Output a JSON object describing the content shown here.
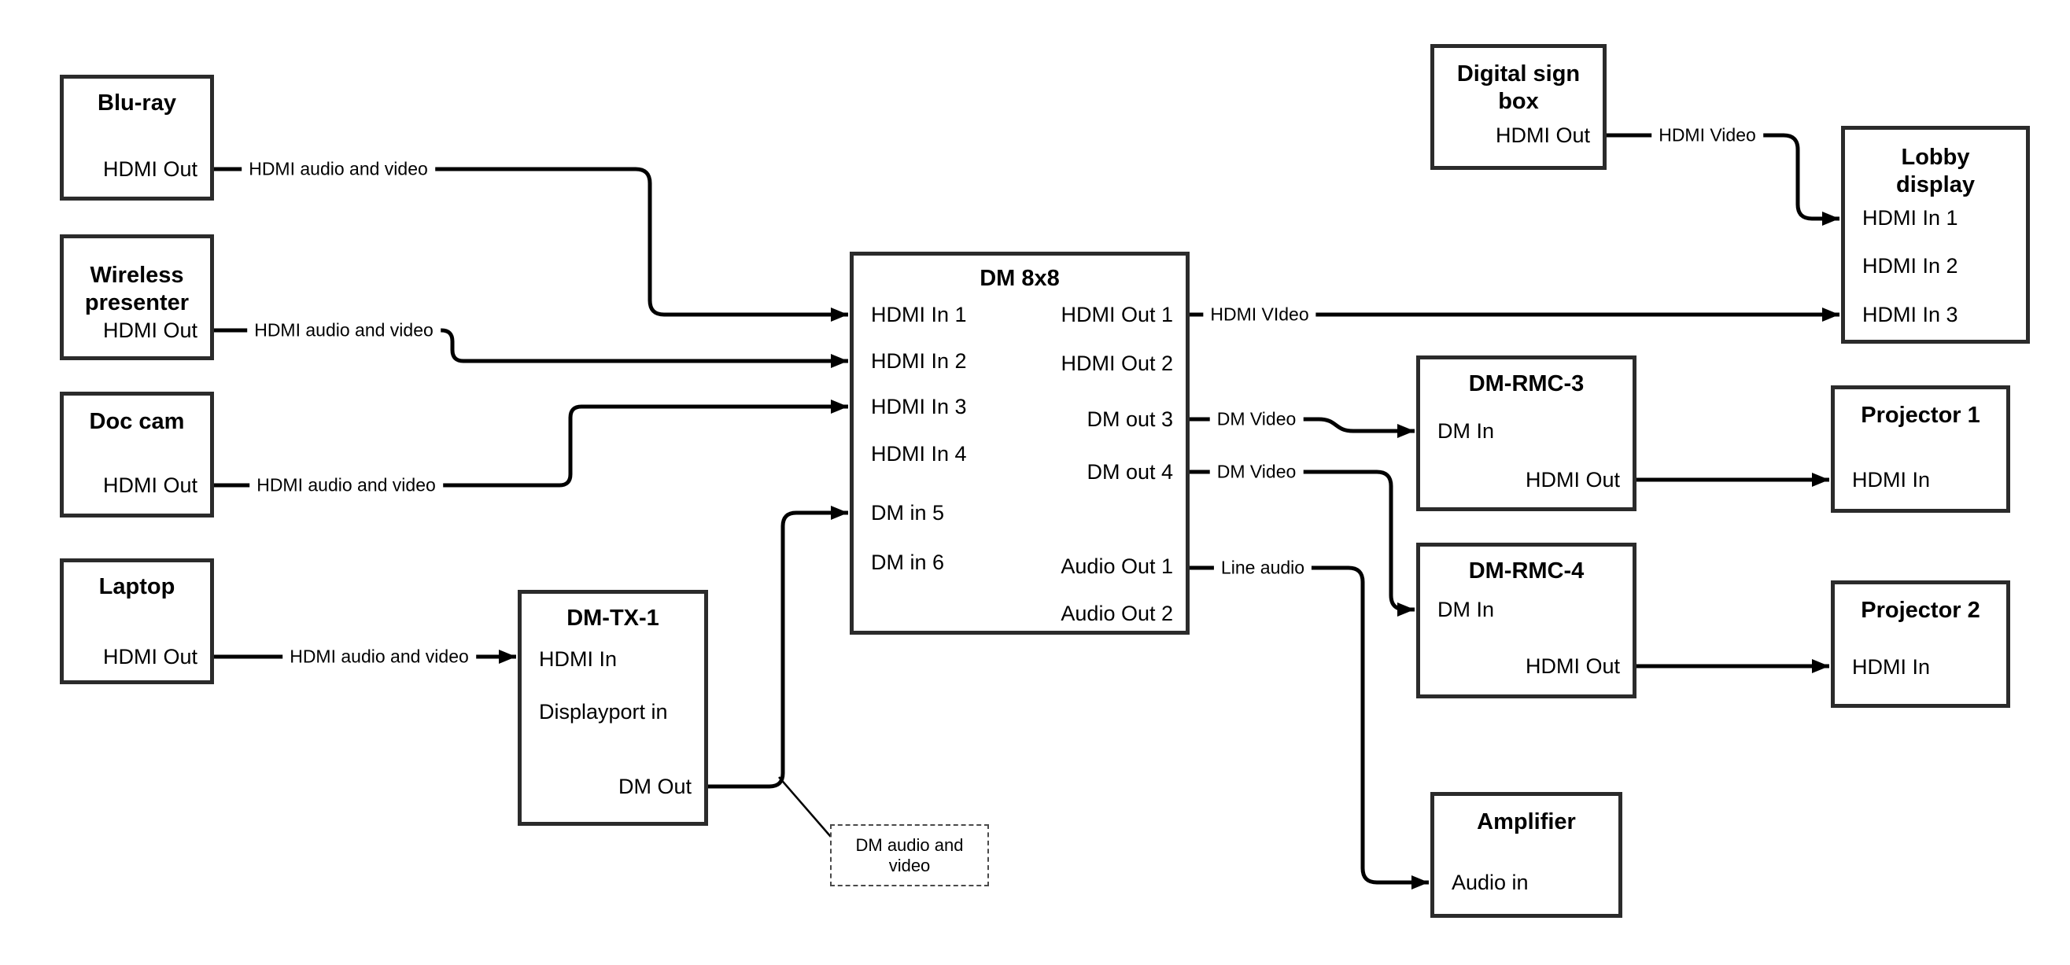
{
  "diagram": {
    "colors": {
      "wire": "#000000",
      "box_border": "#2b2b2b",
      "background": "#ffffff",
      "text": "#000000"
    },
    "nodes": [
      {
        "id": "bluray",
        "title": "Blu-ray",
        "ports": [
          {
            "label": "HDMI Out"
          }
        ]
      },
      {
        "id": "wireless",
        "title": "Wireless presenter",
        "ports": [
          {
            "label": "HDMI Out"
          }
        ]
      },
      {
        "id": "doccam",
        "title": "Doc cam",
        "ports": [
          {
            "label": "HDMI Out"
          }
        ]
      },
      {
        "id": "laptop",
        "title": "Laptop",
        "ports": [
          {
            "label": "HDMI Out"
          }
        ]
      },
      {
        "id": "dmtx1",
        "title": "DM-TX-1",
        "ports": [
          {
            "label": "HDMI In"
          },
          {
            "label": "Displayport in"
          },
          {
            "label": "DM Out"
          }
        ]
      },
      {
        "id": "dm8x8",
        "title": "DM 8x8",
        "ports": [
          {
            "label": "HDMI In 1"
          },
          {
            "label": "HDMI In 2"
          },
          {
            "label": "HDMI In 3"
          },
          {
            "label": "HDMI In 4"
          },
          {
            "label": "DM in 5"
          },
          {
            "label": "DM in 6"
          },
          {
            "label": "HDMI Out 1"
          },
          {
            "label": "HDMI Out 2"
          },
          {
            "label": "DM out 3"
          },
          {
            "label": "DM out 4"
          },
          {
            "label": "Audio Out 1"
          },
          {
            "label": "Audio Out 2"
          }
        ]
      },
      {
        "id": "digitalsign",
        "title": "Digital sign box",
        "ports": [
          {
            "label": "HDMI Out"
          }
        ]
      },
      {
        "id": "lobby",
        "title": "Lobby display",
        "ports": [
          {
            "label": "HDMI In 1"
          },
          {
            "label": "HDMI In 2"
          },
          {
            "label": "HDMI In 3"
          }
        ]
      },
      {
        "id": "dmrmc3",
        "title": "DM-RMC-3",
        "ports": [
          {
            "label": "DM In"
          },
          {
            "label": "HDMI Out"
          }
        ]
      },
      {
        "id": "proj1",
        "title": "Projector 1",
        "ports": [
          {
            "label": "HDMI In"
          }
        ]
      },
      {
        "id": "dmrmc4",
        "title": "DM-RMC-4",
        "ports": [
          {
            "label": "DM In"
          },
          {
            "label": "HDMI Out"
          }
        ]
      },
      {
        "id": "proj2",
        "title": "Projector 2",
        "ports": [
          {
            "label": "HDMI In"
          }
        ]
      },
      {
        "id": "amplifier",
        "title": "Amplifier",
        "ports": [
          {
            "label": "Audio in"
          }
        ]
      }
    ],
    "wire_labels": [
      {
        "id": "bluray-feed",
        "text": "HDMI audio and video"
      },
      {
        "id": "wireless-feed",
        "text": "HDMI audio and video"
      },
      {
        "id": "doccam-feed",
        "text": "HDMI audio and video"
      },
      {
        "id": "laptop-feed",
        "text": "HDMI audio and video"
      },
      {
        "id": "hdmi-out1",
        "text": "HDMI VIdeo"
      },
      {
        "id": "dm-out3",
        "text": "DM Video"
      },
      {
        "id": "dm-out4",
        "text": "DM Video"
      },
      {
        "id": "audio-out1",
        "text": "Line audio"
      },
      {
        "id": "sign-feed",
        "text": "HDMI Video"
      }
    ],
    "note": {
      "text": "DM audio and video"
    }
  }
}
